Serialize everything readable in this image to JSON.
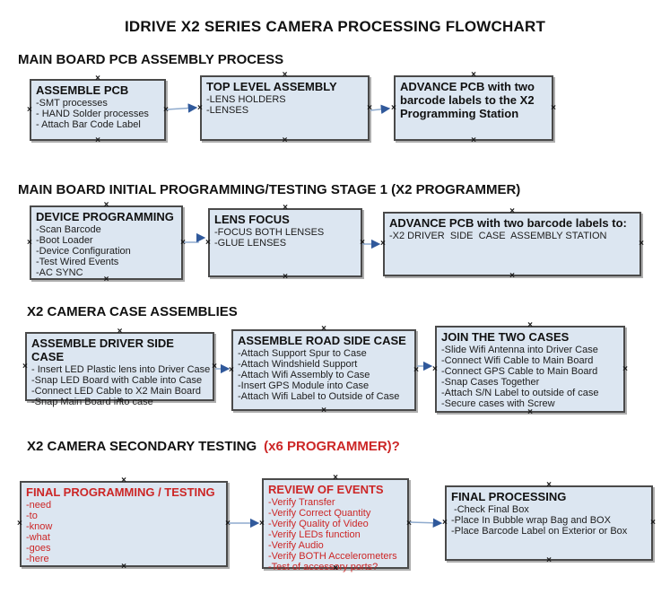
{
  "title": "IDRIVE X2  SERIES CAMERA PROCESSING FLOWCHART",
  "colors": {
    "box_fill": "#dce6f1",
    "box_border": "#4a4a4a",
    "arrow_line": "#8eaacd",
    "arrow_head": "#30599b",
    "red_text": "#cc2626",
    "black_text": "#111111"
  },
  "sections": [
    {
      "heading": {
        "black": "MAIN BOARD PCB ASSEMBLY PROCESS",
        "red": ""
      },
      "boxes": [
        {
          "title": "ASSEMBLE PCB",
          "items": [
            "-SMT processes",
            "- HAND Solder processes",
            "- Attach Bar Code Label"
          ]
        },
        {
          "title": "TOP LEVEL ASSEMBLY",
          "items": [
            "-LENS HOLDERS",
            "-LENSES"
          ]
        },
        {
          "title": "ADVANCE PCB with two barcode labels to the X2 Programming Station",
          "items": []
        }
      ]
    },
    {
      "heading": {
        "black": "MAIN BOARD INITIAL PROGRAMMING/TESTING STAGE 1 (X2 PROGRAMMER)",
        "red": ""
      },
      "boxes": [
        {
          "title": "DEVICE PROGRAMMING",
          "items": [
            "-Scan Barcode",
            "-Boot Loader",
            "-Device Configuration",
            "-Test Wired Events",
            "-AC SYNC"
          ]
        },
        {
          "title": "LENS FOCUS",
          "items": [
            "-FOCUS BOTH LENSES",
            "-GLUE LENSES"
          ]
        },
        {
          "title": "ADVANCE PCB with two barcode labels to:",
          "items": [
            "-X2 DRIVER  SIDE  CASE  ASSEMBLY STATION"
          ]
        }
      ]
    },
    {
      "heading": {
        "black": "X2 CAMERA CASE ASSEMBLIES",
        "red": ""
      },
      "boxes": [
        {
          "title": "ASSEMBLE DRIVER SIDE CASE",
          "items": [
            "- Insert LED Plastic lens into Driver Case",
            "-Snap LED Board with Cable into Case",
            "-Connect LED Cable to X2 Main Board",
            "-Snap Main Board into case"
          ]
        },
        {
          "title": "ASSEMBLE ROAD SIDE CASE",
          "items": [
            "-Attach Support Spur to Case",
            "-Attach Windshield Support",
            "-Attach Wifi Assembly to Case",
            "-Insert GPS Module into Case",
            "-Attach Wifi Label to Outside of Case"
          ]
        },
        {
          "title": "JOIN THE TWO CASES",
          "items": [
            "-Slide Wifi Antenna into Driver Case",
            "-Connect Wifi Cable to Main Board",
            "-Connect GPS Cable to Main Board",
            "-Snap Cases Together",
            "-Attach S/N Label to outside of case",
            "-Secure cases with Screw"
          ]
        }
      ]
    },
    {
      "heading": {
        "black": "X2 CAMERA SECONDARY TESTING",
        "red": "(x6 PROGRAMMER)?"
      },
      "boxes": [
        {
          "title": "FINAL PROGRAMMING / TESTING",
          "items": [
            "-need",
            "-to",
            "-know",
            "-what",
            "-goes",
            "-here"
          ]
        },
        {
          "title": "REVIEW OF EVENTS",
          "items": [
            "-Verify Transfer",
            "-Verify Correct Quantity",
            "-Verify Quality of Video",
            "-Verify LEDs function",
            "-Verify Audio",
            "-Verify BOTH Accelerometers",
            "-Test of accessory ports?"
          ]
        },
        {
          "title": "FINAL PROCESSING",
          "items": [
            " -Check Final Box",
            "-Place In Bubble wrap Bag and BOX",
            "-Place Barcode Label on Exterior or Box"
          ]
        }
      ]
    }
  ]
}
